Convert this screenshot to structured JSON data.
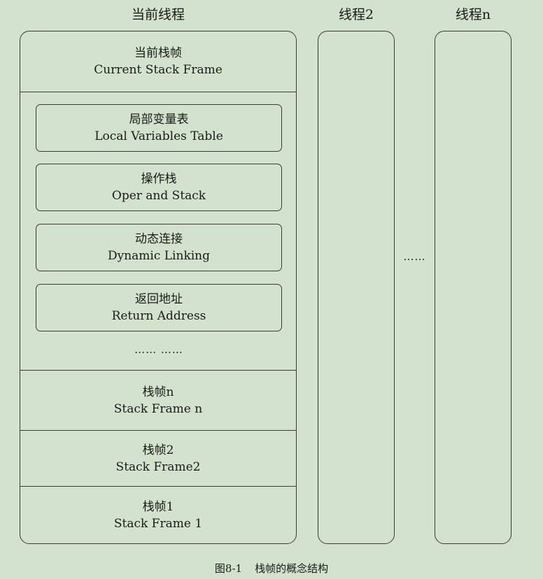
{
  "columns": {
    "current": {
      "title": "当前线程"
    },
    "thread2": {
      "title": "线程2"
    },
    "threadn": {
      "title": "线程n"
    }
  },
  "current_frame": {
    "zh": "当前栈帧",
    "en": "Current Stack Frame"
  },
  "inner_items": [
    {
      "zh": "局部变量表",
      "en": "Local Variables Table"
    },
    {
      "zh": "操作栈",
      "en": "Oper and Stack"
    },
    {
      "zh": "动态连接",
      "en": "Dynamic Linking"
    },
    {
      "zh": "返回地址",
      "en": "Return Address"
    }
  ],
  "inner_ellipsis": "…… ……",
  "frames": [
    {
      "zh": "栈帧n",
      "en": "Stack Frame n"
    },
    {
      "zh": "栈帧2",
      "en": "Stack Frame2"
    },
    {
      "zh": "栈帧1",
      "en": "Stack Frame 1"
    }
  ],
  "between_threads_ellipsis": "……",
  "caption": {
    "number": "图8-1",
    "text": "栈帧的概念结构"
  }
}
